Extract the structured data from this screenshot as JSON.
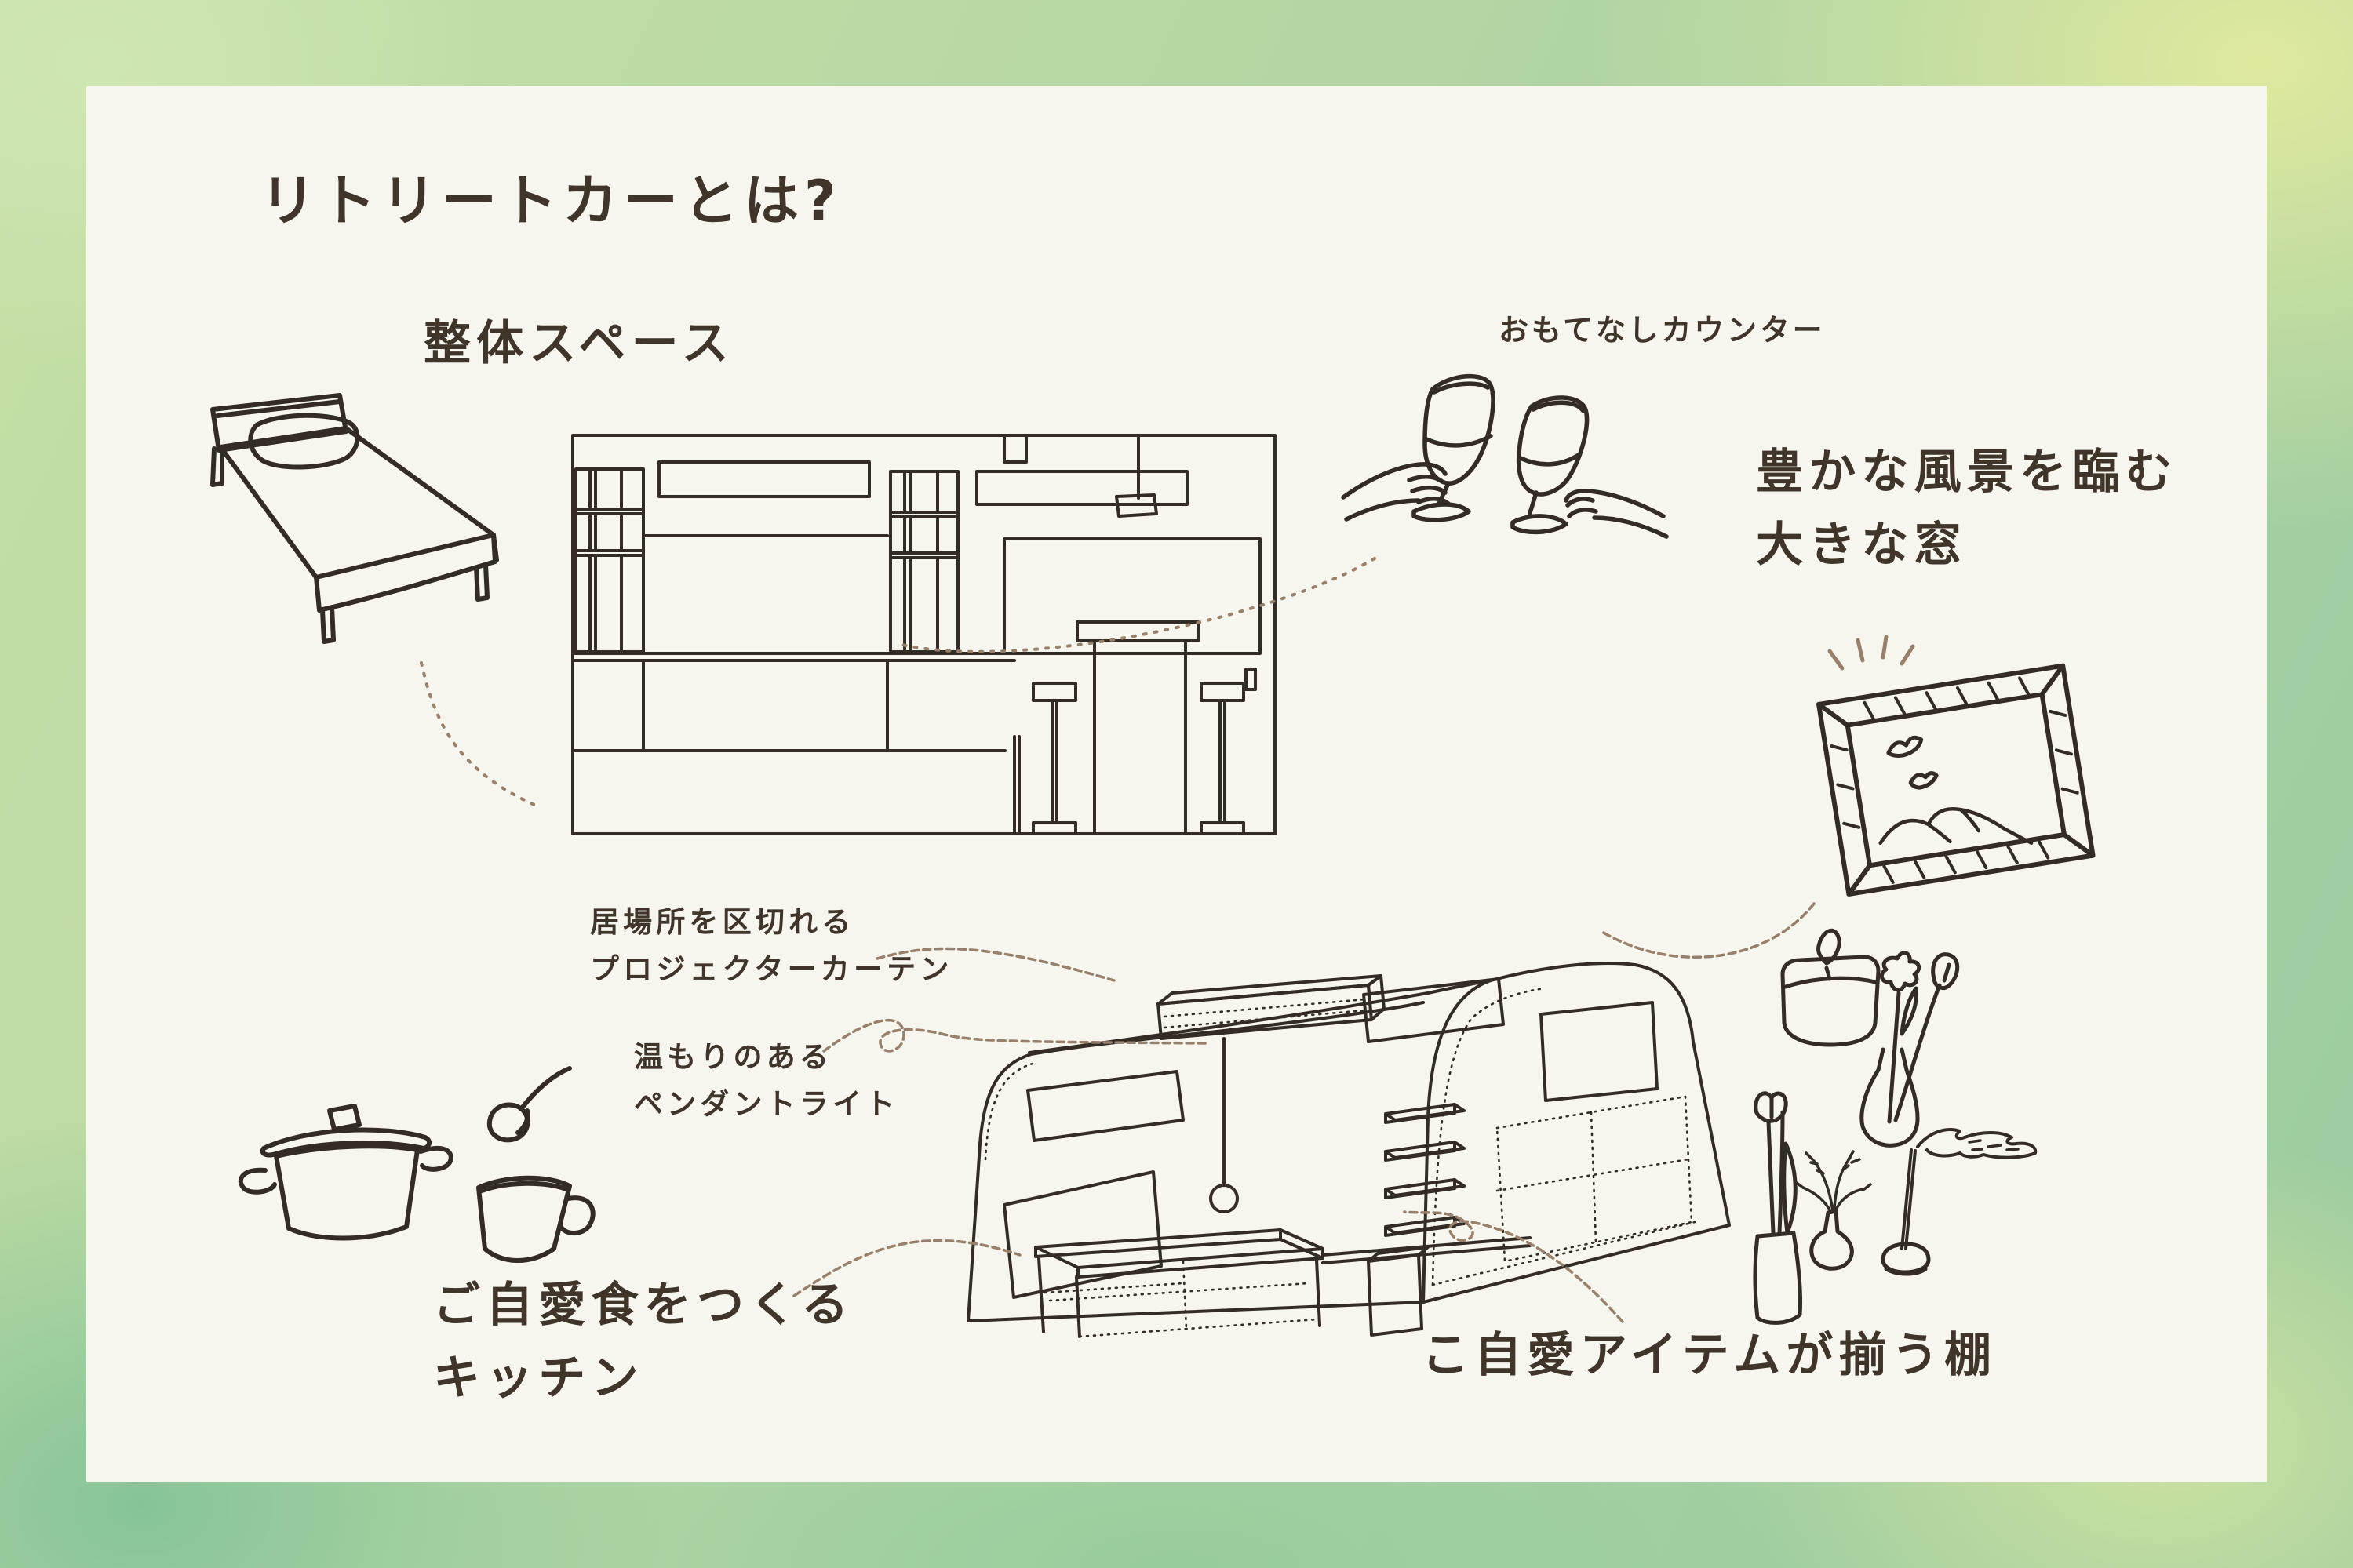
{
  "page": {
    "title": "リトリートカーとは?"
  },
  "annotations": {
    "seitai_space": {
      "label": "整体スペース"
    },
    "omotenashi_counter": {
      "label": "おもてなしカウンター"
    },
    "big_window": {
      "line1": "豊かな風景を臨む",
      "line2": "大きな窓"
    },
    "projector_curtain": {
      "line1": "居場所を区切れる",
      "line2": "プロジェクターカーテン"
    },
    "pendant_light": {
      "line1": "温もりのある",
      "line2": "ペンダントライト"
    },
    "kitchen": {
      "line1": "ご自愛食をつくる",
      "line2": "キッチン"
    },
    "self_care_shelf": {
      "label": "こ自愛アイテムが揃う棚"
    }
  },
  "illustrations": {
    "bed": "bed-sketch",
    "interior_elevation": "interior-elevation-sketch",
    "wine_glasses": "toasting-wine-glasses-sketch",
    "landscape_frame": "framed-landscape-sketch",
    "camper_van": "camper-van-interior-sketch",
    "cookware": "pot-spoon-cup-sketch",
    "self_care_items": "candle-vases-incense-sketch"
  },
  "colors": {
    "panel": "#f6f5ee",
    "ink": "#3f352a",
    "line_art": "#332c25",
    "connector": "#97806c",
    "border_green": "#a7d1a4",
    "border_yellow_green": "#dfe99e"
  }
}
